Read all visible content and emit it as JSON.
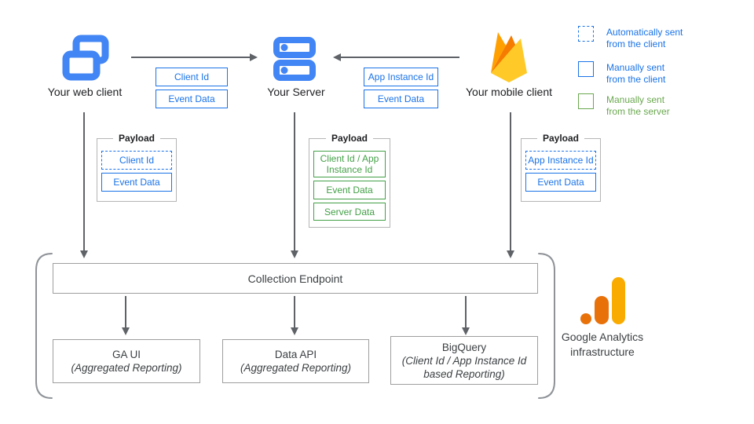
{
  "colors": {
    "blue": "#1a73e8",
    "icon_blue": "#4285f4",
    "green": "#43a047",
    "legend_green": "#6aa84f",
    "arrow_gray": "#5f6368",
    "box_border_gray": "#9e9e9e",
    "firebase_yellow": "#ffca28",
    "firebase_orange": "#ffa000",
    "firebase_deep_orange": "#f57c00",
    "ga_logo_orange": "#e8710a",
    "ga_logo_amber": "#f9ab00"
  },
  "nodes": {
    "web_client": {
      "label": "Your web client"
    },
    "server": {
      "label": "Your Server"
    },
    "mobile_client": {
      "label": "Your mobile client"
    }
  },
  "edges": {
    "web_to_server": {
      "labels": [
        "Client Id",
        "Event Data"
      ]
    },
    "mobile_to_server": {
      "labels": [
        "App Instance Id",
        "Event Data"
      ]
    }
  },
  "legend": {
    "items": [
      {
        "line1": "Automatically sent",
        "line2": "from the client",
        "style": "dashed-blue"
      },
      {
        "line1": "Manually sent",
        "line2": "from the client",
        "style": "solid-blue"
      },
      {
        "line1": "Manually sent",
        "line2": "from the server",
        "style": "solid-green"
      }
    ]
  },
  "payloads": {
    "web": {
      "title": "Payload",
      "items": [
        {
          "label": "Client Id",
          "style": "dashed-blue"
        },
        {
          "label": "Event Data",
          "style": "solid-blue"
        }
      ]
    },
    "server": {
      "title": "Payload",
      "items": [
        {
          "label": "Client Id / App Instance Id",
          "style": "solid-green"
        },
        {
          "label": "Event Data",
          "style": "solid-green"
        },
        {
          "label": "Server Data",
          "style": "solid-green"
        }
      ]
    },
    "mobile": {
      "title": "Payload",
      "items": [
        {
          "label": "App Instance Id",
          "style": "dashed-blue"
        },
        {
          "label": "Event Data",
          "style": "solid-blue"
        }
      ]
    }
  },
  "infrastructure": {
    "endpoint_label": "Collection Endpoint",
    "outputs": [
      {
        "title": "GA UI",
        "subtitle": "(Aggregated Reporting)"
      },
      {
        "title": "Data API",
        "subtitle": "(Aggregated Reporting)"
      },
      {
        "title": "BigQuery",
        "subtitle": "(Client Id / App Instance Id based Reporting)"
      }
    ],
    "brand": {
      "line1": "Google Analytics",
      "line2": "infrastructure"
    }
  }
}
